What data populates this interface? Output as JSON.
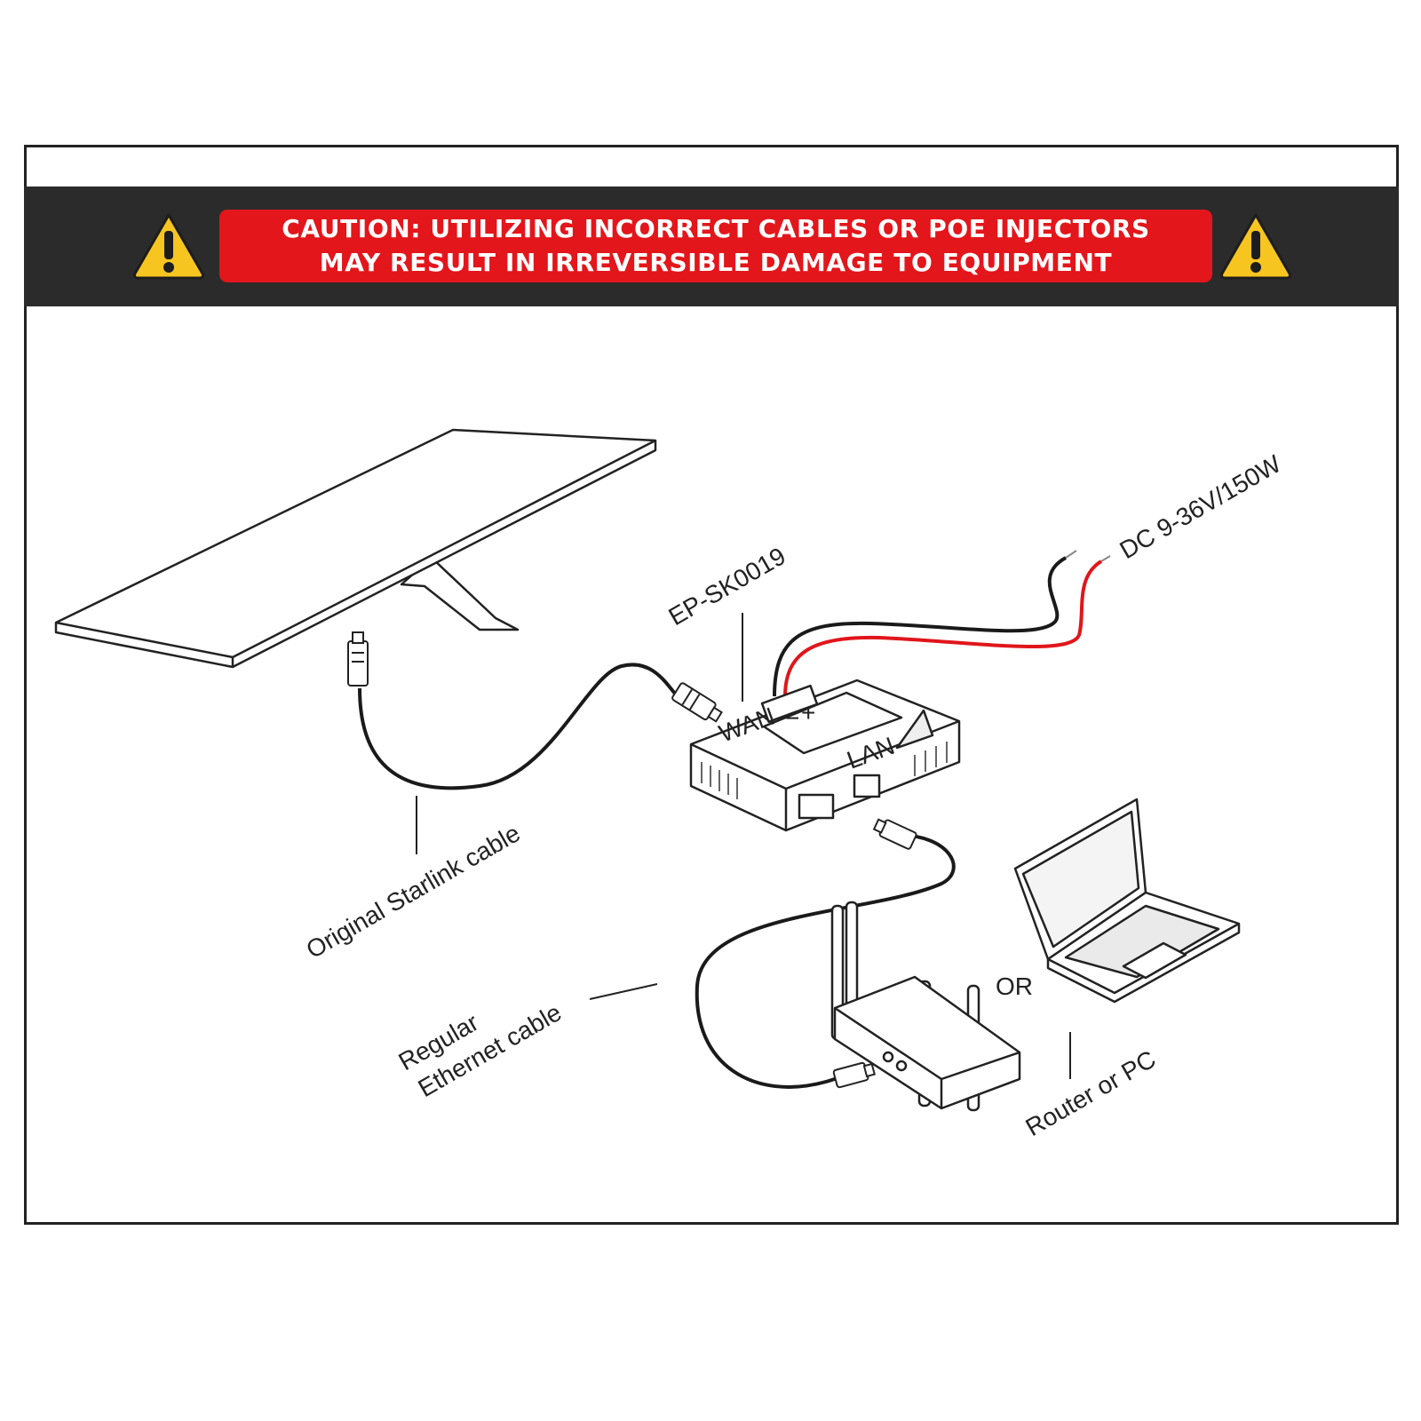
{
  "banner": {
    "line1": "CAUTION: UTILIZING INCORRECT CABLES OR POE INJECTORS",
    "line2": "MAY RESULT IN IRREVERSIBLE DAMAGE TO EQUIPMENT",
    "icon": "warning-triangle-icon",
    "colors": {
      "banner_bg": "#2b2b2b",
      "caution_bg": "#e3161b",
      "warning_icon": "#f7c520"
    }
  },
  "labels": {
    "device": "EP-SK0019",
    "power": "DC 9-36V/150W",
    "starlink_cable": "Original Starlink cable",
    "ethernet_line1": "Regular",
    "ethernet_line2": "Ethernet cable",
    "or": "OR",
    "router_pc": "Router or PC"
  },
  "device_marks": {
    "wan": "WAN",
    "lan": "LAN",
    "plus": "+",
    "minus": "−"
  }
}
